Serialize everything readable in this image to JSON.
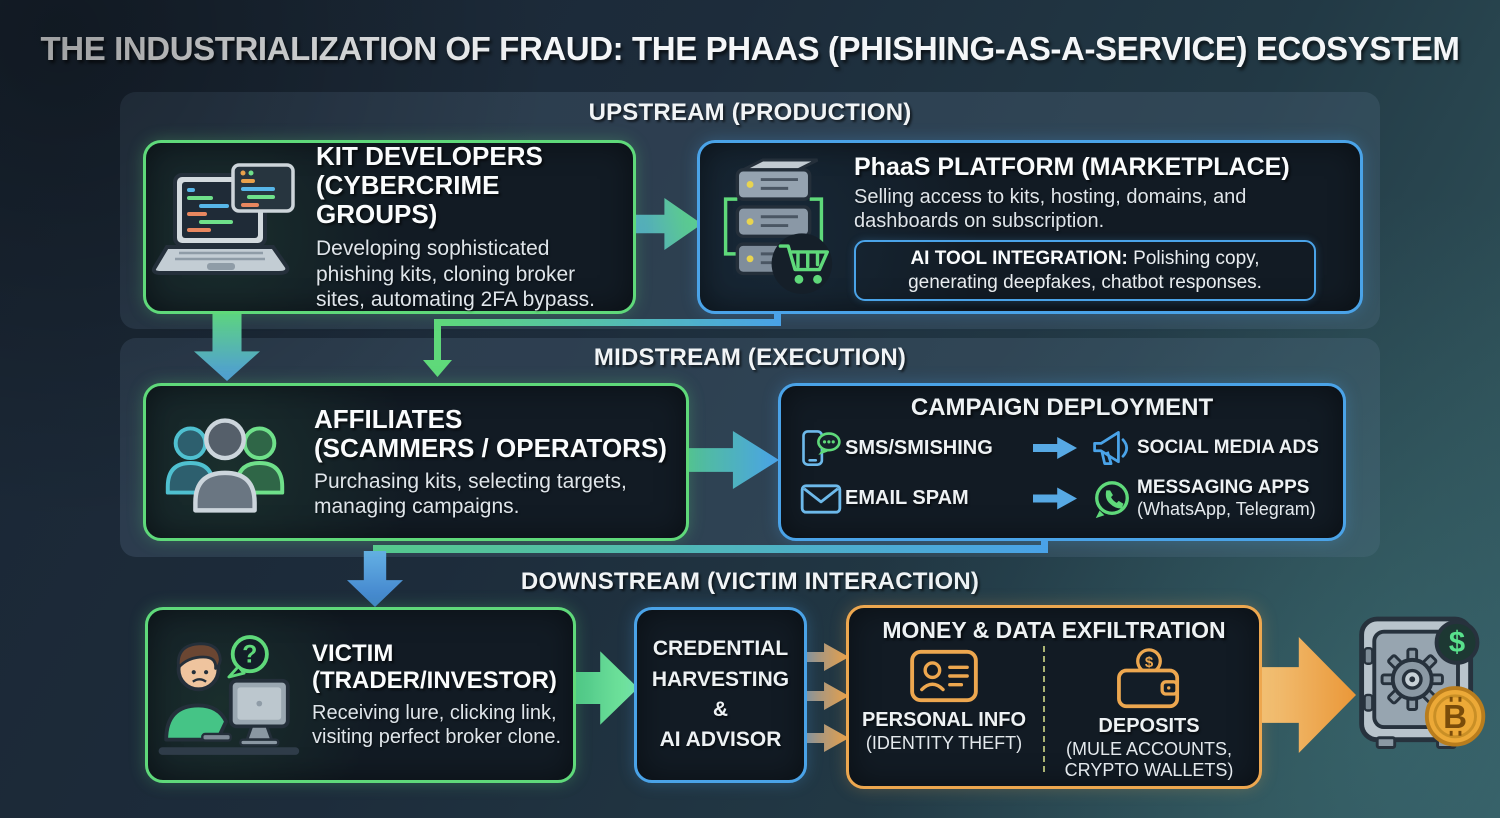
{
  "page": {
    "title": "THE INDUSTRIALIZATION OF FRAUD: THE PHAAS (PHISHING-AS-A-SERVICE) ECOSYSTEM"
  },
  "sections": {
    "upstream": {
      "header": "UPSTREAM (PRODUCTION)"
    },
    "midstream": {
      "header": "MIDSTREAM (EXECUTION)"
    },
    "downstream": {
      "header": "DOWNSTREAM (VICTIM INTERACTION)"
    }
  },
  "kit_developers": {
    "title_line1": "KIT DEVELOPERS",
    "title_line2": "(CYBERCRIME GROUPS)",
    "body": "Developing sophisticated phishing kits, cloning broker sites, automating 2FA bypass."
  },
  "phaas_platform": {
    "title": "PhaaS PLATFORM (MARKETPLACE)",
    "body": "Selling access to kits, hosting, domains, and dashboards on subscription.",
    "ai_label": "AI TOOL INTEGRATION:",
    "ai_text": " Polishing copy, generating deepfakes, chatbot responses."
  },
  "affiliates": {
    "title_line1": "AFFILIATES",
    "title_line2": "(SCAMMERS / OPERATORS)",
    "body": "Purchasing kits, selecting targets, managing campaigns."
  },
  "campaign": {
    "title": "CAMPAIGN DEPLOYMENT",
    "row1_left": "SMS/SMISHING",
    "row1_right": "SOCIAL MEDIA ADS",
    "row2_left": "EMAIL SPAM",
    "row2_right": "MESSAGING APPS",
    "row2_right_sub": "(WhatsApp, Telegram)"
  },
  "victim": {
    "title_line1": "VICTIM",
    "title_line2": "(TRADER/INVESTOR)",
    "body": "Receiving lure, clicking link, visiting perfect broker clone."
  },
  "credential": {
    "line1": "CREDENTIAL",
    "line2": "HARVESTING",
    "line3": "&",
    "line4": "AI ADVISOR"
  },
  "exfiltration": {
    "title": "MONEY & DATA EXFILTRATION",
    "personal_title": "PERSONAL INFO",
    "personal_sub": "(IDENTITY THEFT)",
    "deposits_title": "DEPOSITS",
    "deposits_sub": "(MULE ACCOUNTS, CRYPTO WALLETS)"
  },
  "icons": {
    "laptop_code": "laptop-code-icon",
    "server_marketplace": "server-cart-icon",
    "group": "group-people-icon",
    "phone_sms": "phone-chat-icon",
    "megaphone": "megaphone-icon",
    "email": "envelope-icon",
    "whatsapp": "whatsapp-icon",
    "victim_person": "person-at-computer-icon",
    "id_card": "id-card-icon",
    "wallet": "wallet-dollar-icon",
    "vault": "vault-bitcoin-icon"
  },
  "colors": {
    "green": "#5fd97a",
    "blue": "#4aa3e8",
    "orange": "#eda74f",
    "background_dark": "#1a2634",
    "background_teal": "#2d4e56",
    "box_fill": "#121b24"
  }
}
